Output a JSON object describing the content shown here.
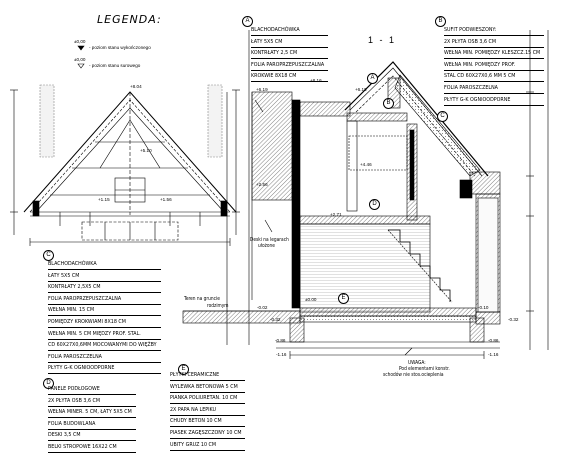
{
  "legend": {
    "title": "LEGENDA:",
    "finished_level_mark": "±0,00",
    "finished_level_text": "- poziom stanu wykończonego",
    "raw_level_mark": "±0,00",
    "raw_level_text": "- poziom stanu surowego"
  },
  "section_title": "1 - 1",
  "notes": {
    "deski_line1": "Deski na legarach",
    "deski_line2": "ułożone",
    "teren_line1": "Teren na gruncie",
    "teren_line2": "rodzimym",
    "uwaga_title": "UWAGA:",
    "uwaga_line1": "Pod elementami konstr.",
    "uwaga_line2": "schodów nie stos.ocieplenia"
  },
  "layers": {
    "A": {
      "letter": "A",
      "items": [
        "BLACHODACHÓWKA",
        "ŁATY 5X5 CM",
        "KONTRŁATY 2,5 CM",
        "FOLIA PAROPRZEPUSZCZALNA",
        "KROKWIE 8X18 CM"
      ]
    },
    "B": {
      "letter": "B",
      "items": [
        "SUFIT PODWIESZONY:",
        "2X PŁYTA OSB 3,6 CM",
        "WEŁNA MIN. POMIĘDZY KLESZCZ.15 CM",
        "WEŁNA MIN. POMIĘDZY PROF.",
        "STAL CD 60X27X0,6 MM 5 CM",
        "FOLIA PAROSZCZELNA",
        "PŁYTY G-K OGNIOODPORNE"
      ]
    },
    "C": {
      "letter": "C",
      "items": [
        "BLACHODACHÓWKA",
        "ŁATY 5X5 CM",
        "KONTRŁATY 2,5X5 CM",
        "FOLIA PAROPRZEPUSZCZALNA",
        "WEŁNA MIN. 15 CM",
        "POMIĘDZY KROKWIAMI 8X18 CM",
        "WEŁNA MIN. 5 CM MIĘDZY PROF. STAL.",
        "CD 60X27X0,6MM MOCOWANYMI DO WIĘŹBY",
        "FOLIA PAROSZCZELNA",
        "PŁYTY G-K OGNIOODPORNE"
      ]
    },
    "D": {
      "letter": "D",
      "items": [
        "PANELE PODŁOGOWE",
        "2X PŁYTA OSB 3,6 CM",
        "WEŁNA MINER. 5 CM, ŁATY 5X5 CM",
        "FOLIA BUDOWLANA",
        "DESKI 3,5 CM",
        "BELKI STROPOWE 16X22 CM"
      ]
    },
    "E": {
      "letter": "E",
      "items": [
        "PŁYTKI CERAMICZNE",
        "WYLEWKA BETONOWA 5 CM",
        "PIANKA POLIURETAN. 10 CM",
        "2X PAPA NA LEPIKU",
        "CHUDY BETON 10 CM",
        "PIASEK ZAGĘSZCZONY 10 CM",
        "UBITY GRUZ 10 CM"
      ]
    }
  },
  "elevations": {
    "top_left": "+8.04",
    "ridge_right": "+8.16",
    "eave_left": "+6.19",
    "eave_right": "+6.19",
    "upper_floor": "+2.71",
    "upper_floor_b": "+2.56",
    "attic": "+4.46",
    "attic_b": "+5.10",
    "ceiling": "+1.15",
    "ceiling_b": "+1.56",
    "ground": "-0.02",
    "ground_b": "-0.10",
    "zero": "±0.00",
    "found_l": "-0.32",
    "found_r": "-0.32",
    "base_l": "-0.86",
    "base_r": "-0.86",
    "bottom_l": "-1.16",
    "bottom_r": "-1.16"
  }
}
